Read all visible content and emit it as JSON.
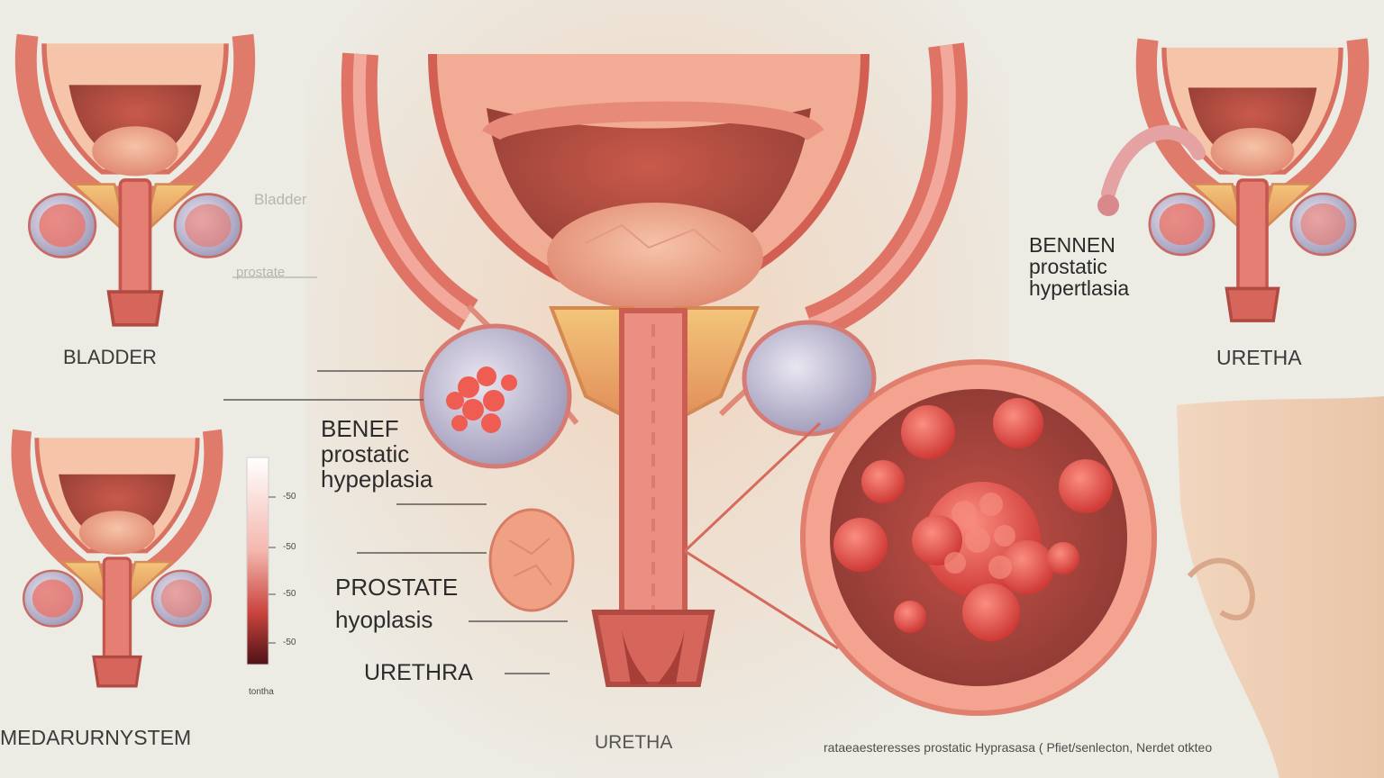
{
  "labels": {
    "bladder_faint": "Bladder",
    "prostate_faint": "prostate",
    "bladder": "BLADDER",
    "bennen_prostatic": [
      "BENNEN",
      "prostatic",
      "hypertlasia"
    ],
    "uretha_right": "URETHA",
    "benef_prostatic": [
      "BENEF",
      "prostatic",
      "hypeplasia"
    ],
    "prostate_hyplasis": [
      "PROSTATE",
      "hyoplasis"
    ],
    "urethra_mid": "URETHRA",
    "urinary_system": "MEDARURNYSTEM",
    "uretha_bottom": "URETHA",
    "footer_caption": "rataeaesteresses prostatic Hyprasasa ( Pfiet/senlecton, Nerdet otkteo",
    "scale_caption": "tontha"
  },
  "scale": {
    "ticks": [
      "-50",
      "-50",
      "-50",
      "-50"
    ]
  },
  "colors": {
    "background": "#ecebe4",
    "tissue": "#e0786e",
    "bladder_inner": "#f0a38e",
    "prostate": "#e8b05a",
    "hyperplasia": "#e24b46",
    "lobe": "#c9c3d6"
  }
}
